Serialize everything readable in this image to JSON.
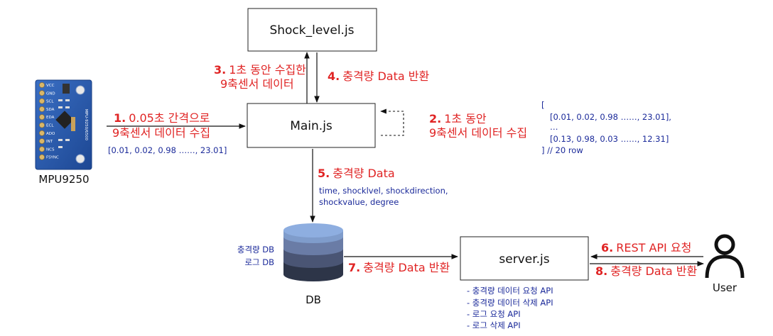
{
  "nodes": {
    "shock": "Shock_level.js",
    "main": "Main.js",
    "server": "server.js",
    "sensor": "MPU9250",
    "db": "DB",
    "user": "User"
  },
  "sensor_chip": {
    "pins": [
      "VCC",
      "GND",
      "SCL",
      "SDA",
      "EDA",
      "ECL",
      "ADO",
      "INT",
      "NCS",
      "FSYNC"
    ],
    "model_text": "MPU-9250/6500"
  },
  "edges": {
    "e1": {
      "num": "1.",
      "line1": "0.05초 간격으로",
      "line2": "9축센서 데이터 수집",
      "data": "[0.01, 0.02, 0.98 ……, 23.01]"
    },
    "e2": {
      "num": "2.",
      "line1": "1초 동안",
      "line2": "9축센서 데이터 수집"
    },
    "e3": {
      "num": "3.",
      "line1": "1초 동안 수집한",
      "line2": "9축센서 데이터"
    },
    "e4": {
      "num": "4.",
      "text": "충격량 Data 반환"
    },
    "e5": {
      "num": "5.",
      "text": "충격량 Data",
      "fields1": "time, shocklvel, shockdirection,",
      "fields2": "shockvalue, degree"
    },
    "e6": {
      "num": "6.",
      "text": "REST API 요청"
    },
    "e7": {
      "num": "7.",
      "text": "충격량 Data 반환"
    },
    "e8": {
      "num": "8.",
      "text": "충격량 Data 반환"
    }
  },
  "array_note": {
    "open": "[",
    "row1": "[0.01, 0.02, 0.98 ……, 23.01],",
    "dots": "…",
    "row2": "[0.13, 0.98, 0.03 ……, 12.31]",
    "close": "] // 20 row"
  },
  "db_labels": [
    "충격량 DB",
    "로그 DB"
  ],
  "api_list": [
    "- 충격량 데이터 요청 API",
    "- 충격량 데이터 삭제 API",
    "- 로그 요청 API",
    "- 로그 삭제 API"
  ],
  "colors": {
    "red": "#e02424",
    "blue": "#1b2a9a",
    "board": "#2a5aa8"
  }
}
